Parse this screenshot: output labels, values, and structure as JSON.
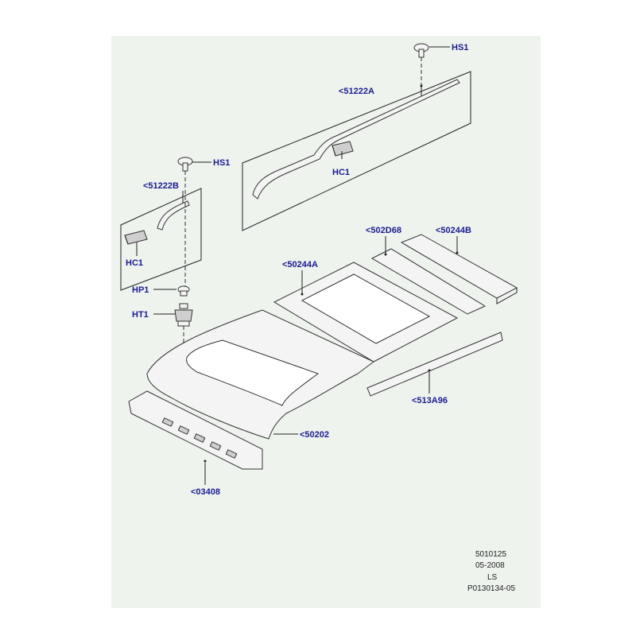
{
  "callouts": {
    "hs1_top": "HS1",
    "p51222a": "<51222A",
    "hc1_right": "HC1",
    "hs1_left": "HS1",
    "p51222b": "<51222B",
    "hc1_left": "HC1",
    "hp1": "HP1",
    "ht1": "HT1",
    "p502d68": "<502D68",
    "p50244b": "<50244B",
    "p50244a": "<50244A",
    "p513a96": "<513A96",
    "p50202": "<50202",
    "p03408": "<03408"
  },
  "footer": {
    "line1": "5010125",
    "line2": "05-2008",
    "line3": "LS",
    "line4": "P0130134-05"
  },
  "colors": {
    "callout": "#1b1b8f",
    "background": "#eef3ee"
  }
}
